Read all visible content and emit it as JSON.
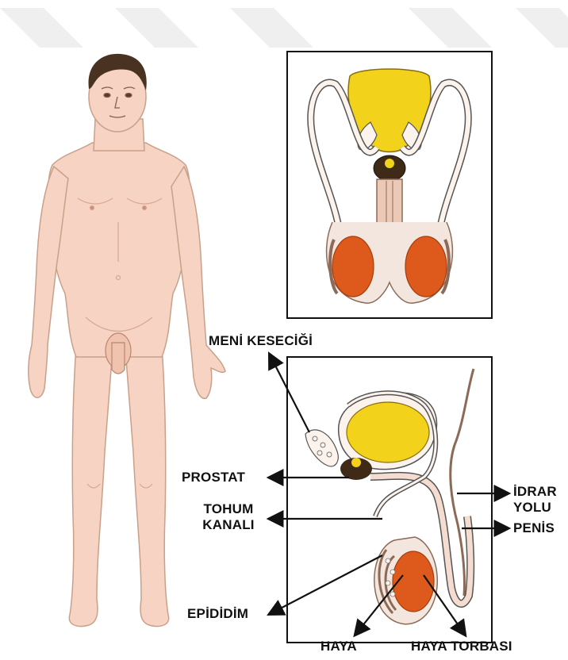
{
  "labels": {
    "seminal_vesicle": "MENİ KESECİĞİ",
    "prostate": "PROSTAT",
    "vas_deferens_line1": "TOHUM",
    "vas_deferens_line2": "KANALI",
    "epididymis": "EPİDİDİM",
    "testis": "HAYA",
    "scrotum": "HAYA TORBASI",
    "urethra_line1": "İDRAR",
    "urethra_line2": "YOLU",
    "penis": "PENİS"
  },
  "colors": {
    "skin": "#f6d3c2",
    "skin_outline": "#c9a08a",
    "hair": "#4a3222",
    "bladder_yellow": "#f2d21a",
    "testis_orange": "#dd5a1c",
    "prostate_brown": "#3e2a17",
    "tube_fill": "#fbf3ec",
    "line": "#111111",
    "watermark": "#efefef"
  }
}
